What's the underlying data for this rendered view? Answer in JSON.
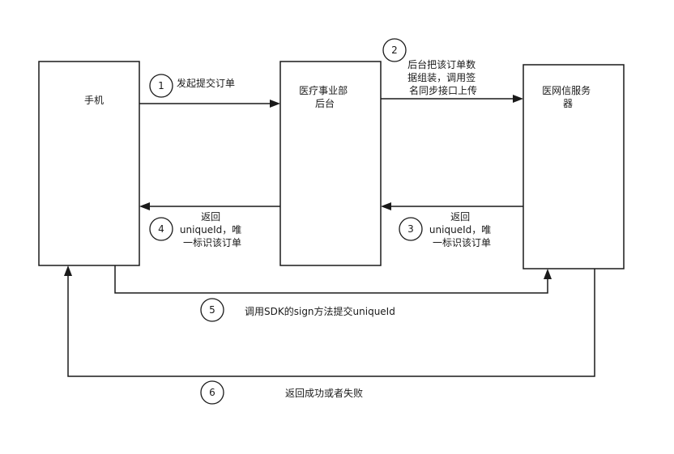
{
  "nodes": {
    "phone": {
      "label": [
        "手机"
      ]
    },
    "backend": {
      "label": [
        "医疗事业部",
        "后台"
      ]
    },
    "server": {
      "label": [
        "医网信服务",
        "器"
      ]
    }
  },
  "steps": [
    {
      "num": "1",
      "text": [
        "发起提交订单"
      ]
    },
    {
      "num": "2",
      "text": [
        "后台把该订单数",
        "据组装，调用签",
        "名同步接口上传"
      ]
    },
    {
      "num": "3",
      "text": [
        "返回",
        "uniqueId，唯",
        "一标识该订单"
      ]
    },
    {
      "num": "4",
      "text": [
        "返回",
        "uniqueId，唯",
        "一标识该订单"
      ]
    },
    {
      "num": "5",
      "text": [
        "调用SDK的sign方法提交uniqueId"
      ]
    },
    {
      "num": "6",
      "text": [
        "返回成功或者失败"
      ]
    }
  ]
}
